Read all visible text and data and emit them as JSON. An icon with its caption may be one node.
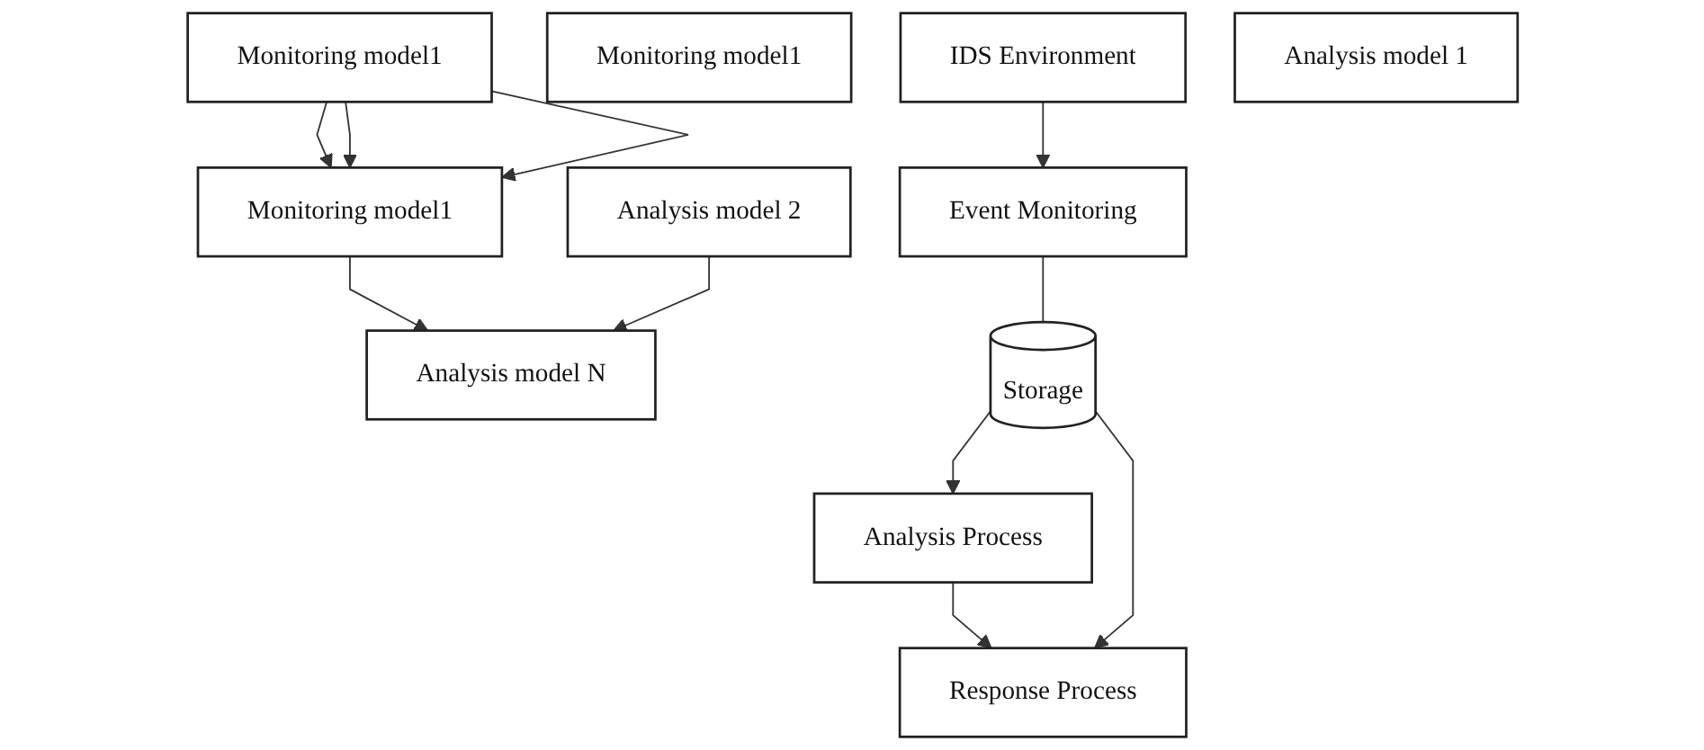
{
  "diagram": {
    "nodes": [
      {
        "text": [
          "IDS Environment"
        ]
      },
      {
        "text": [
          "Event Monitoring"
        ]
      },
      {
        "text": [
          "Monitoring model1"
        ]
      },
      {
        "text": [
          "Monitoring model1"
        ]
      },
      {
        "text": [
          "Monitoring model1"
        ]
      },
      {
        "text": [
          "Analysis model 1"
        ]
      },
      {
        "text": [
          "Analysis model 2"
        ]
      },
      {
        "text": [
          "Analysis model N"
        ]
      },
      {
        "text": [
          "Analysis Process"
        ]
      },
      {
        "text": [
          "Storage"
        ]
      },
      {
        "text": [
          "Response Process"
        ]
      }
    ],
    "edges": [
      {
        "from": 0,
        "to": 1,
        "arrow": "to"
      },
      {
        "from": 3,
        "to": 4,
        "arrow": "to"
      },
      {
        "from": 3,
        "to": 4,
        "arrow": "to"
      },
      {
        "from": 3,
        "to": 4,
        "arrow": "to"
      },
      {
        "from": 4,
        "to": 7,
        "arrow": "to"
      },
      {
        "from": 6,
        "to": 7,
        "arrow": "to"
      },
      {
        "from": 9,
        "to": 8,
        "arrow": "to"
      },
      {
        "from": 8,
        "to": 10,
        "arrow": "to"
      },
      {
        "from": 9,
        "to": 10,
        "arrow": "to"
      },
      {
        "from": 1,
        "to": 9,
        "arrow": "none"
      }
    ]
  }
}
